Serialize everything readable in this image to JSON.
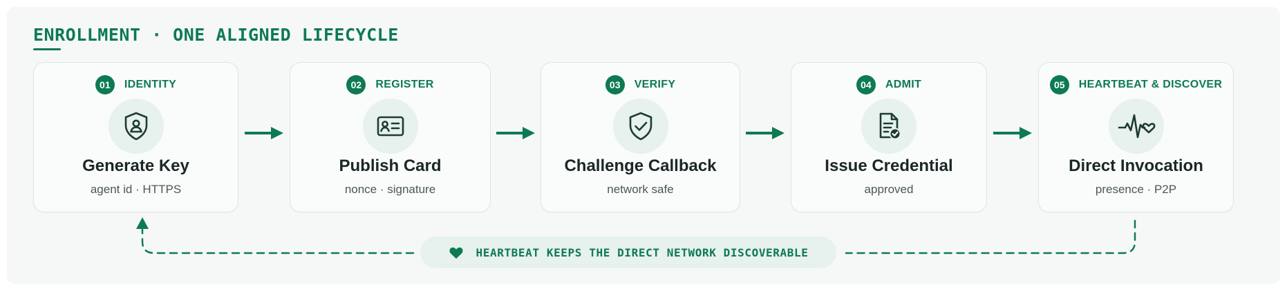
{
  "heading": "ENROLLMENT · ONE ALIGNED LIFECYCLE",
  "colors": {
    "accent": "#0d7a52",
    "icon_bg": "#e7f1ed",
    "card_border": "#dfe5e3"
  },
  "steps": [
    {
      "num": "01",
      "label": "IDENTITY",
      "title": "Generate Key",
      "sub": "agent id · HTTPS",
      "icon": "shield-user-icon"
    },
    {
      "num": "02",
      "label": "REGISTER",
      "title": "Publish Card",
      "sub": "nonce · signature",
      "icon": "id-card-icon"
    },
    {
      "num": "03",
      "label": "VERIFY",
      "title": "Challenge Callback",
      "sub": "network safe",
      "icon": "shield-check-icon"
    },
    {
      "num": "04",
      "label": "ADMIT",
      "title": "Issue Credential",
      "sub": "approved",
      "icon": "document-check-icon"
    },
    {
      "num": "05",
      "label": "HEARTBEAT & DISCOVER",
      "title": "Direct Invocation",
      "sub": "presence · P2P",
      "icon": "heartbeat-pulse-icon"
    }
  ],
  "loop": {
    "label": "HEARTBEAT KEEPS THE DIRECT NETWORK DISCOVERABLE",
    "icon": "heart-icon"
  }
}
